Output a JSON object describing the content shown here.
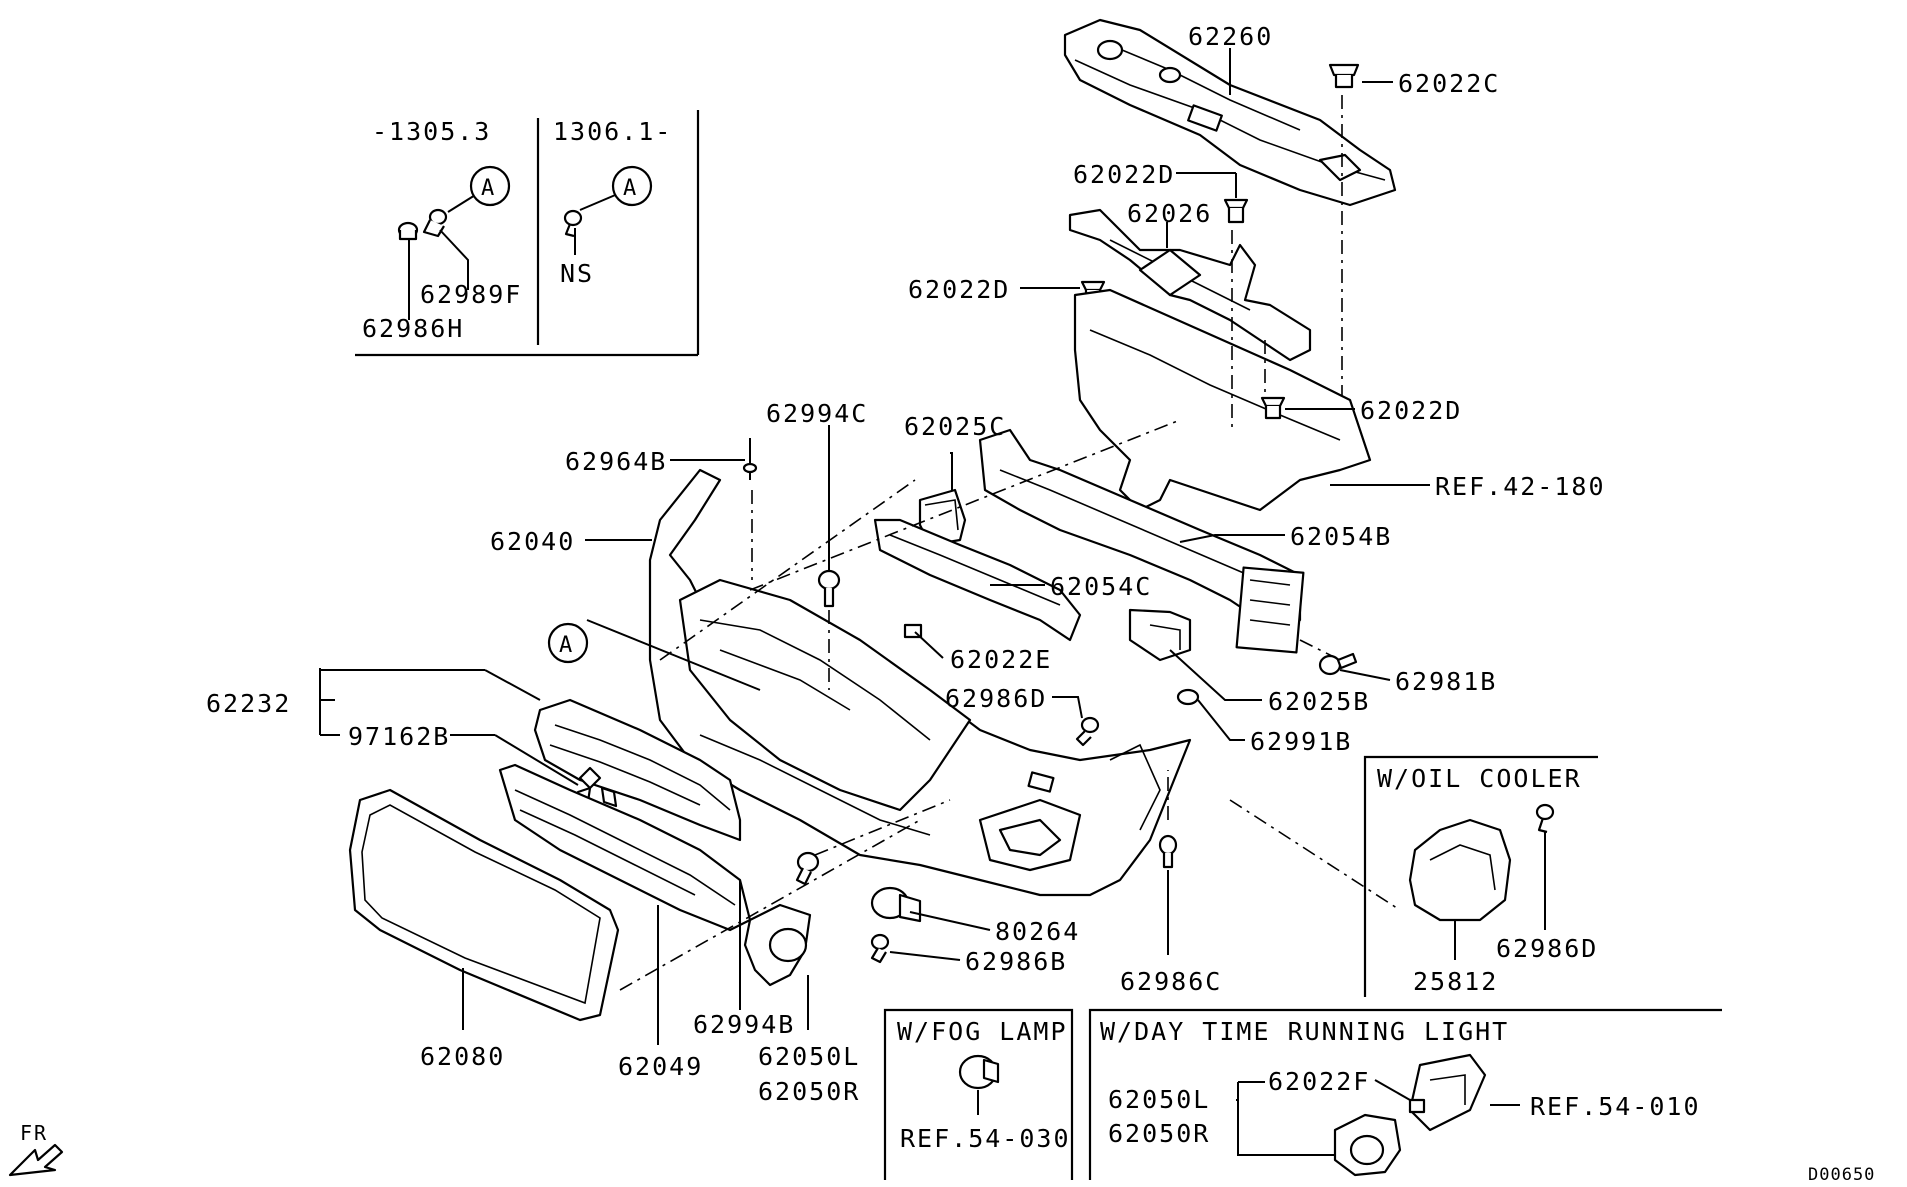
{
  "diagram_id": "D00650",
  "direction_label": "FR",
  "inset_top_left": {
    "before_label": "-1305.3",
    "after_label": "1306.1-",
    "callout": "A",
    "parts_before": [
      "62989F",
      "62986H"
    ],
    "parts_after": [
      "NS"
    ]
  },
  "callouts": [
    {
      "key": "62260",
      "text": "62260"
    },
    {
      "key": "62022C",
      "text": "62022C"
    },
    {
      "key": "62022D_a",
      "text": "62022D"
    },
    {
      "key": "62026",
      "text": "62026"
    },
    {
      "key": "62022D_b",
      "text": "62022D"
    },
    {
      "key": "62022D_c",
      "text": "62022D"
    },
    {
      "key": "REF42",
      "text": "REF.42-180"
    },
    {
      "key": "62994C",
      "text": "62994C"
    },
    {
      "key": "62025C",
      "text": "62025C"
    },
    {
      "key": "62964B",
      "text": "62964B"
    },
    {
      "key": "62040",
      "text": "62040"
    },
    {
      "key": "62054B",
      "text": "62054B"
    },
    {
      "key": "62054C",
      "text": "62054C"
    },
    {
      "key": "62022E",
      "text": "62022E"
    },
    {
      "key": "62981B",
      "text": "62981B"
    },
    {
      "key": "62986D_a",
      "text": "62986D"
    },
    {
      "key": "62025B",
      "text": "62025B"
    },
    {
      "key": "62991B",
      "text": "62991B"
    },
    {
      "key": "62232",
      "text": "62232"
    },
    {
      "key": "97162B",
      "text": "97162B"
    },
    {
      "key": "80264",
      "text": "80264"
    },
    {
      "key": "62986B",
      "text": "62986B"
    },
    {
      "key": "62986C",
      "text": "62986C"
    },
    {
      "key": "62994B",
      "text": "62994B"
    },
    {
      "key": "62080",
      "text": "62080"
    },
    {
      "key": "62049",
      "text": "62049"
    },
    {
      "key": "62050L_a",
      "text": "62050L"
    },
    {
      "key": "62050R_a",
      "text": "62050R"
    },
    {
      "key": "62986D_b",
      "text": "62986D"
    },
    {
      "key": "25812",
      "text": "25812"
    }
  ],
  "callout_A": "A",
  "box_oil_cooler": {
    "title": "W/OIL COOLER"
  },
  "box_fog_lamp": {
    "title": "W/FOG LAMP",
    "ref": "REF.54-030"
  },
  "box_drl": {
    "title": "W/DAY TIME RUNNING LIGHT",
    "part_a": "62022F",
    "part_l": "62050L",
    "part_r": "62050R",
    "ref": "REF.54-010"
  }
}
